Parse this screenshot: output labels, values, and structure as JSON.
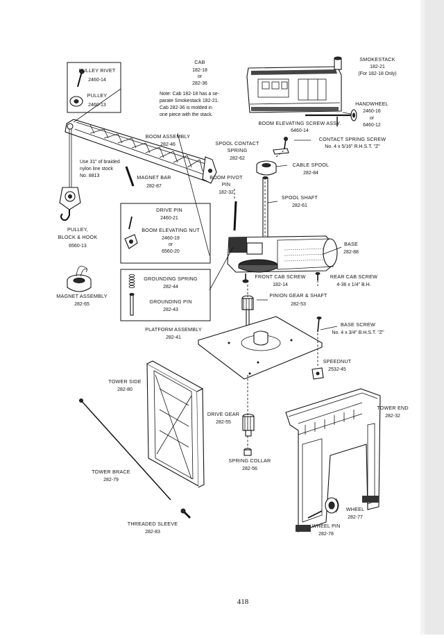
{
  "page_number": "418",
  "labels": {
    "pulley_rivet": {
      "name": "PULLEY RIVET",
      "num": "2460-14"
    },
    "pulley": {
      "name": "PULLEY",
      "num": "2460-13"
    },
    "cab": {
      "name": "CAB",
      "num1": "182-18",
      "or": "or",
      "num2": "282-36"
    },
    "cab_note": {
      "l1": "Note: Cab 182-18 has a se-",
      "l2": "parate Smokestack 182-21.",
      "l3": "Cab 282-36 is molded in",
      "l4": "one piece with the stack."
    },
    "smokestack": {
      "name": "SMOKESTACK",
      "num": "182-21",
      "note": "(For 182-18 Only)"
    },
    "handwheel": {
      "name": "HANDWHEEL",
      "num1": "2460-16",
      "or": "or",
      "num2": "6460-12"
    },
    "boom_elev_screw": {
      "name": "BOOM ELEVATING SCREW ASSY.",
      "num": "6460-14"
    },
    "contact_spring_screw": {
      "name": "CONTACT SPRING SCREW",
      "spec": "No. 4 x 5/16\" R.H.S.T. \"Z\""
    },
    "boom_assembly": {
      "name": "BOOM ASSEMBLY",
      "num": "282-46"
    },
    "spool_contact_spring": {
      "l1": "SPOOL CONTACT",
      "l2": "SPRING",
      "num": "282-62"
    },
    "cable_spool": {
      "name": "CABLE SPOOL",
      "num": "282-84"
    },
    "nylon_note": {
      "l1": "Use 31\" of braided",
      "l2": "nylon line stock",
      "l3": "No. 8813"
    },
    "magnet_bar": {
      "name": "MAGNET BAR",
      "num": "282-87"
    },
    "boom_pivot_pin": {
      "l1": "BOOM PIVOT",
      "l2": "PIN",
      "num": "182-32"
    },
    "spool_shaft": {
      "name": "SPOOL SHAFT",
      "num": "282-61"
    },
    "drive_pin": {
      "name": "DRIVE PIN",
      "num": "2460-21"
    },
    "boom_elev_nut": {
      "name": "BOOM ELEVATING NUT",
      "num1": "2460-19",
      "or": "or",
      "num2": "6560-20"
    },
    "pulley_block_hook": {
      "l1": "PULLEY,",
      "l2": "BLOCK & HOOK",
      "num": "6560-13"
    },
    "base": {
      "name": "BASE",
      "num": "282-88"
    },
    "magnet_assembly": {
      "name": "MAGNET ASSEMBLY",
      "num": "282-65"
    },
    "grounding_spring": {
      "name": "GROUNDING SPRING",
      "num": "282-44"
    },
    "grounding_pin": {
      "name": "GROUNDING PIN",
      "num": "282-43"
    },
    "front_cab_screw": {
      "name": "FRONT CAB SCREW",
      "num": "182-14"
    },
    "rear_cab_screw": {
      "name": "REAR CAB SCREW",
      "spec": "4-36 x 1/4\" B.H."
    },
    "pinion_gear": {
      "name": "PINION GEAR & SHAFT",
      "num": "282-53"
    },
    "platform_assembly": {
      "name": "PLATFORM ASSEMBLY",
      "num": "282-41"
    },
    "base_screw": {
      "name": "BASE SCREW",
      "spec": "No. 4 x 3/4\" B.H.S.T. \"Z\""
    },
    "speednut": {
      "name": "SPEEDNUT",
      "num": "2532-45"
    },
    "tower_side": {
      "name": "TOWER SIDE",
      "num": "282-80"
    },
    "tower_end": {
      "name": "TOWER END",
      "num": "282-32"
    },
    "drive_gear": {
      "name": "DRIVE GEAR",
      "num": "282-55"
    },
    "spring_collar": {
      "name": "SPRING COLLAR",
      "num": "282-56"
    },
    "tower_brace": {
      "name": "TOWER BRACE",
      "num": "282-79"
    },
    "wheel": {
      "name": "WHEEL",
      "num": "282-77"
    },
    "threaded_sleeve": {
      "name": "THREADED SLEEVE",
      "num": "282-83"
    },
    "wheel_pin": {
      "name": "WHEEL PIN",
      "num": "282-78"
    }
  }
}
